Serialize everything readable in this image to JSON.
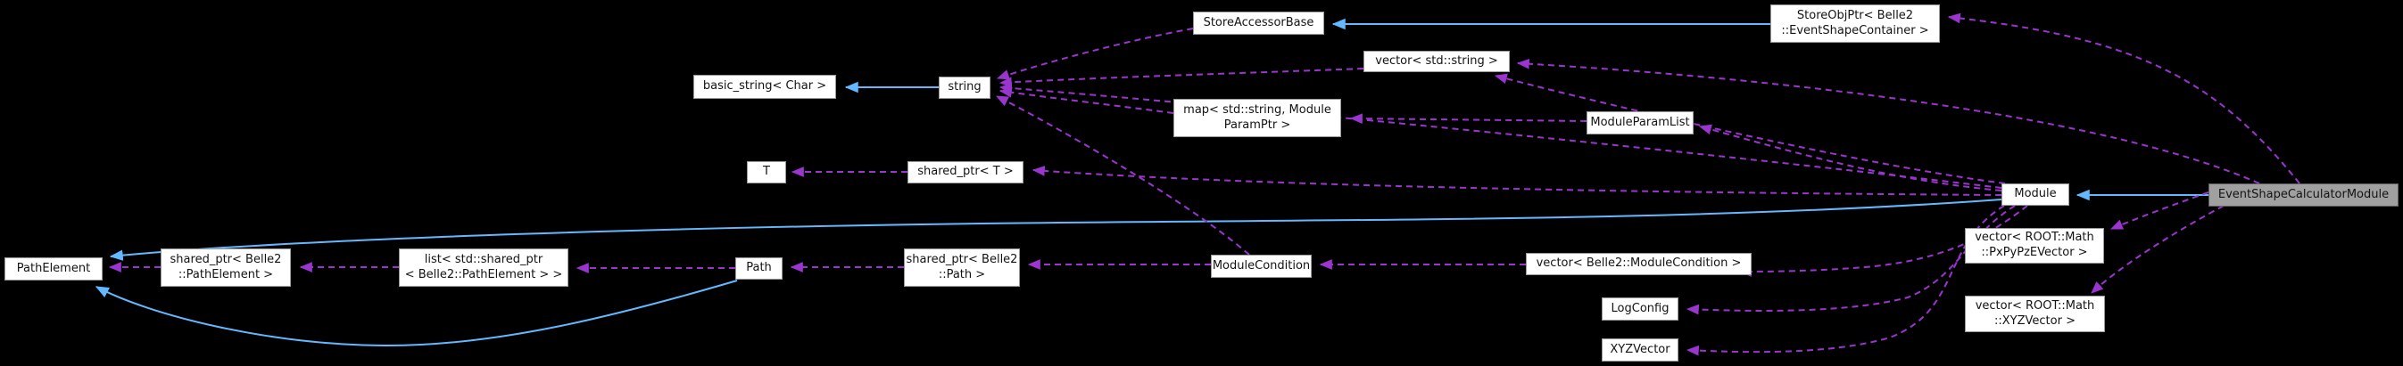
{
  "diagram": {
    "title": "EventShapeCalculatorModule collaboration graph",
    "colors": {
      "inheritance": "#63b8ff",
      "usage": "#9a35cf",
      "node_fill": "#ffffff",
      "node_border": "#9a9a9a",
      "node_text": "#131313",
      "main_fill": "#a0a0a0",
      "main_border": "#5f5f5f",
      "background": "#000000"
    },
    "nodes": {
      "storeAccessorBase": {
        "label": "StoreAccessorBase"
      },
      "storeObjPtr": {
        "label": "StoreObjPtr< Belle2\n::EventShapeContainer >"
      },
      "vectorString": {
        "label": "vector< std::string >"
      },
      "basicString": {
        "label": "basic_string< Char >"
      },
      "stringNode": {
        "label": "string"
      },
      "mapParam": {
        "label": "map< std::string, Module\nParamPtr >"
      },
      "moduleParamList": {
        "label": "ModuleParamList"
      },
      "tNode": {
        "label": "T"
      },
      "sharedPtrT": {
        "label": "shared_ptr< T >"
      },
      "module": {
        "label": "Module"
      },
      "eventShapeCalculatorModule": {
        "label": "EventShapeCalculatorModule"
      },
      "pathElement": {
        "label": "PathElement"
      },
      "sharedPtrPathElement": {
        "label": "shared_ptr< Belle2\n::PathElement >"
      },
      "listSharedPtr": {
        "label": "list< std::shared_ptr\n< Belle2::PathElement > >"
      },
      "path": {
        "label": "Path"
      },
      "sharedPtrPath": {
        "label": "shared_ptr< Belle2\n::Path >"
      },
      "moduleCondition": {
        "label": "ModuleCondition"
      },
      "vectorModuleCondition": {
        "label": "vector< Belle2::ModuleCondition >"
      },
      "logConfig": {
        "label": "LogConfig"
      },
      "xyzVector": {
        "label": "XYZVector"
      },
      "vectorPxPyPzE": {
        "label": "vector< ROOT::Math\n::PxPyPzEVector >"
      },
      "vectorXYZ": {
        "label": "vector< ROOT::Math\n::XYZVector >"
      }
    },
    "edges": [
      {
        "from": "string",
        "to": "basic_string< Char >",
        "type": "inheritance"
      },
      {
        "from": "StoreObjPtr< Belle2::EventShapeContainer >",
        "to": "StoreAccessorBase",
        "type": "inheritance"
      },
      {
        "from": "EventShapeCalculatorModule",
        "to": "Module",
        "type": "inheritance"
      },
      {
        "from": "Module",
        "to": "PathElement",
        "type": "inheritance"
      },
      {
        "from": "Path",
        "to": "PathElement",
        "type": "inheritance"
      },
      {
        "from": "shared_ptr< T >",
        "to": "T",
        "type": "usage"
      },
      {
        "from": "Module",
        "to": "shared_ptr< T >",
        "type": "usage"
      },
      {
        "from": "StoreAccessorBase",
        "to": "string",
        "type": "usage"
      },
      {
        "from": "vector< std::string >",
        "to": "string",
        "type": "usage"
      },
      {
        "from": "map< std::string, ModuleParamPtr >",
        "to": "string",
        "type": "usage"
      },
      {
        "from": "Module",
        "to": "string",
        "type": "usage"
      },
      {
        "from": "ModuleCondition",
        "to": "string",
        "type": "usage"
      },
      {
        "from": "ModuleParamList",
        "to": "map< std::string, ModuleParamPtr >",
        "type": "usage"
      },
      {
        "from": "Module",
        "to": "ModuleParamList",
        "type": "usage"
      },
      {
        "from": "EventShapeCalculatorModule",
        "to": "vector< std::string >",
        "type": "usage"
      },
      {
        "from": "Module",
        "to": "vector< std::string >",
        "type": "usage"
      },
      {
        "from": "EventShapeCalculatorModule",
        "to": "StoreObjPtr< Belle2::EventShapeContainer >",
        "type": "usage"
      },
      {
        "from": "shared_ptr< Belle2::PathElement >",
        "to": "PathElement",
        "type": "usage"
      },
      {
        "from": "list< std::shared_ptr< Belle2::PathElement > >",
        "to": "shared_ptr< Belle2::PathElement >",
        "type": "usage"
      },
      {
        "from": "Path",
        "to": "list< std::shared_ptr< Belle2::PathElement > >",
        "type": "usage"
      },
      {
        "from": "shared_ptr< Belle2::Path >",
        "to": "Path",
        "type": "usage"
      },
      {
        "from": "ModuleCondition",
        "to": "shared_ptr< Belle2::Path >",
        "type": "usage"
      },
      {
        "from": "vector< Belle2::ModuleCondition >",
        "to": "ModuleCondition",
        "type": "usage"
      },
      {
        "from": "Module",
        "to": "vector< Belle2::ModuleCondition >",
        "type": "usage"
      },
      {
        "from": "Module",
        "to": "LogConfig",
        "type": "usage"
      },
      {
        "from": "Module",
        "to": "XYZVector",
        "type": "usage"
      },
      {
        "from": "EventShapeCalculatorModule",
        "to": "vector< ROOT::Math::PxPyPzEVector >",
        "type": "usage"
      },
      {
        "from": "EventShapeCalculatorModule",
        "to": "vector< ROOT::Math::XYZVector >",
        "type": "usage"
      }
    ]
  }
}
